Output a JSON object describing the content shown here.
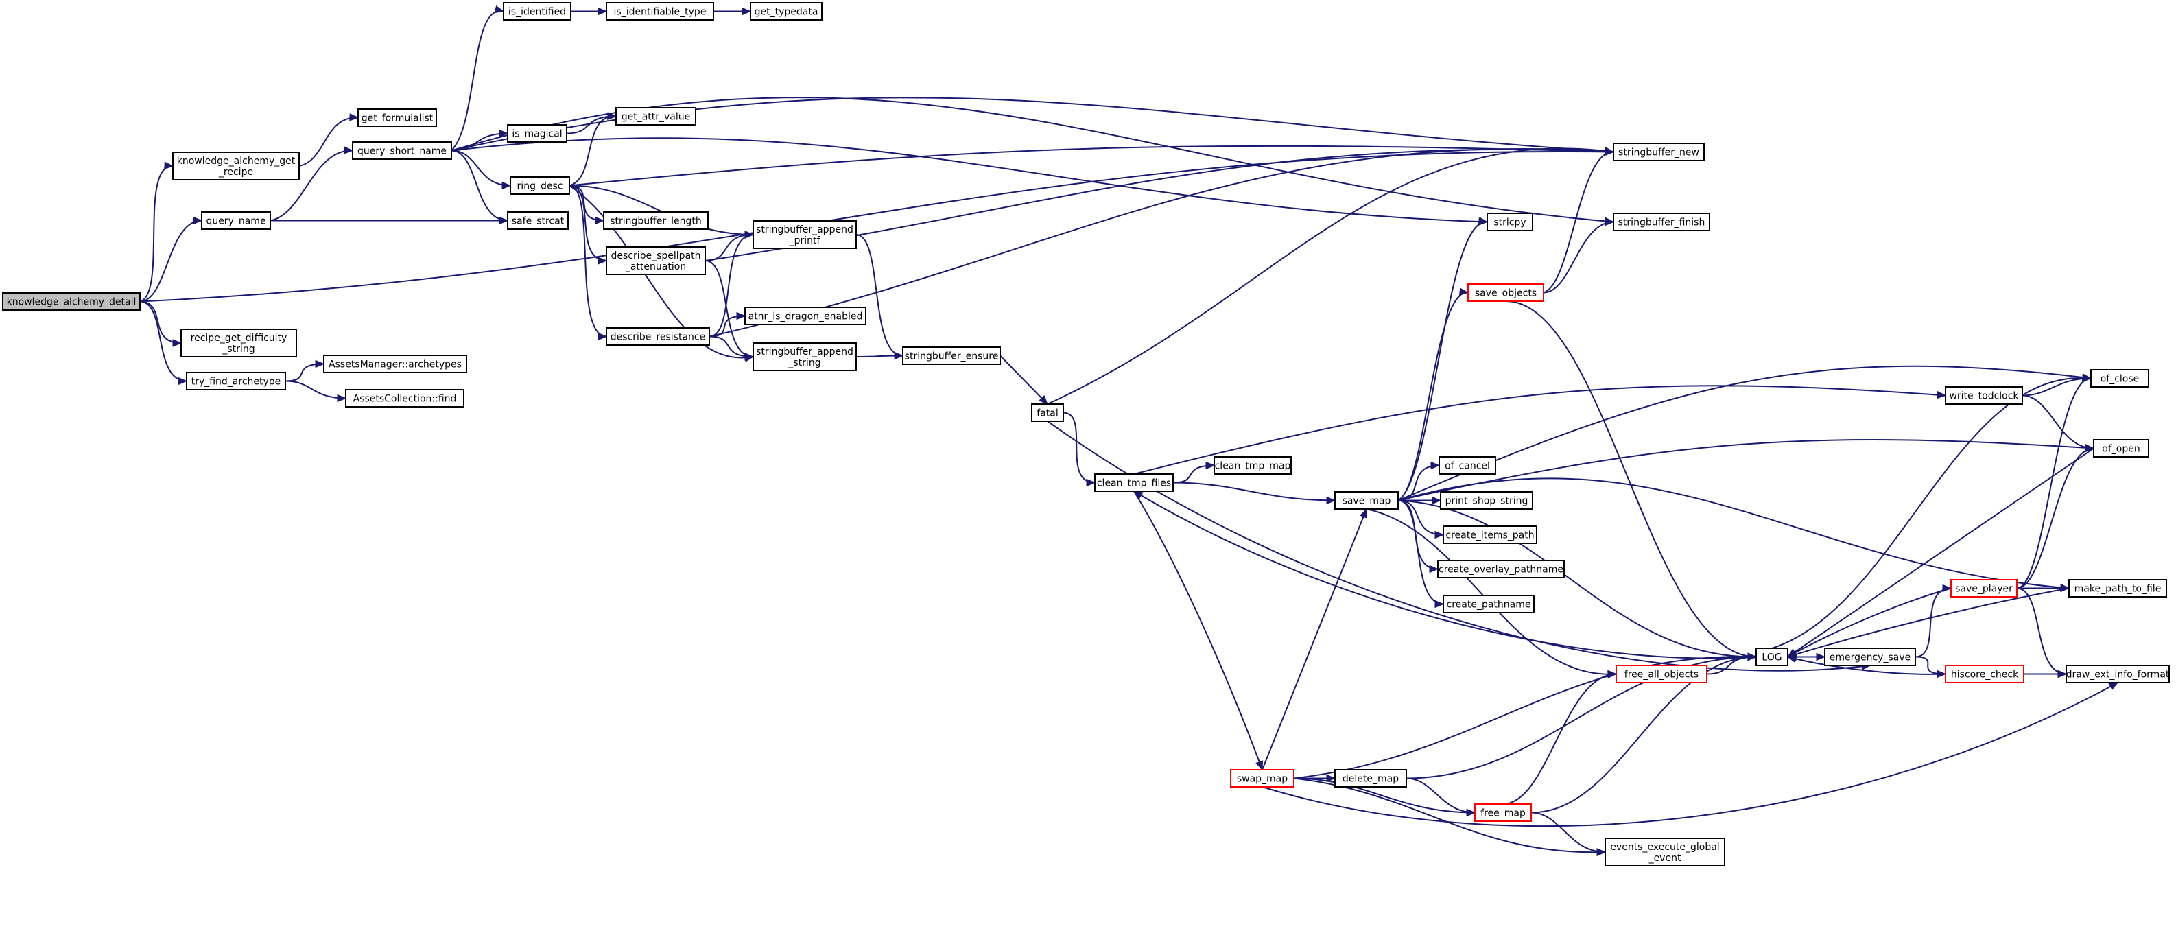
{
  "colors": {
    "edge": "#191970",
    "node_border": "#000000",
    "truncated_border": "#ff0000",
    "root_fill": "#bfbfbf",
    "node_fill": "#ffffff"
  },
  "nodes": {
    "knowledge_alchemy_detail": [
      "knowledge_alchemy_detail"
    ],
    "knowledge_alchemy_get_recipe": [
      "knowledge_alchemy_get",
      "_recipe"
    ],
    "query_name": [
      "query_name"
    ],
    "recipe_get_difficulty_string": [
      "recipe_get_difficulty",
      "_string"
    ],
    "try_find_archetype": [
      "try_find_archetype"
    ],
    "get_formulalist": [
      "get_formulalist"
    ],
    "query_short_name": [
      "query_short_name"
    ],
    "is_identified": [
      "is_identified"
    ],
    "is_identifiable_type": [
      "is_identifiable_type"
    ],
    "get_typedata": [
      "get_typedata"
    ],
    "is_magical": [
      "is_magical"
    ],
    "get_attr_value": [
      "get_attr_value"
    ],
    "ring_desc": [
      "ring_desc"
    ],
    "safe_strcat": [
      "safe_strcat"
    ],
    "stringbuffer_length": [
      "stringbuffer_length"
    ],
    "describe_spellpath_attenuation": [
      "describe_spellpath",
      "_attenuation"
    ],
    "stringbuffer_append_printf": [
      "stringbuffer_append",
      "_printf"
    ],
    "atnr_is_dragon_enabled": [
      "atnr_is_dragon_enabled"
    ],
    "describe_resistance": [
      "describe_resistance"
    ],
    "stringbuffer_append_string": [
      "stringbuffer_append",
      "_string"
    ],
    "stringbuffer_ensure": [
      "stringbuffer_ensure"
    ],
    "assets_manager_archetypes": [
      "AssetsManager::archetypes"
    ],
    "assets_collection_find": [
      "AssetsCollection::find"
    ],
    "fatal": [
      "fatal"
    ],
    "strlcpy": [
      "strlcpy"
    ],
    "stringbuffer_new": [
      "stringbuffer_new"
    ],
    "stringbuffer_finish": [
      "stringbuffer_finish"
    ],
    "save_objects": [
      "save_objects"
    ],
    "clean_tmp_files": [
      "clean_tmp_files"
    ],
    "clean_tmp_map": [
      "clean_tmp_map"
    ],
    "save_map": [
      "save_map"
    ],
    "of_cancel": [
      "of_cancel"
    ],
    "print_shop_string": [
      "print_shop_string"
    ],
    "create_items_path": [
      "create_items_path"
    ],
    "create_overlay_pathname": [
      "create_overlay_pathname"
    ],
    "create_pathname": [
      "create_pathname"
    ],
    "write_todclock": [
      "write_todclock"
    ],
    "of_close": [
      "of_close"
    ],
    "of_open": [
      "of_open"
    ],
    "save_player": [
      "save_player"
    ],
    "make_path_to_file": [
      "make_path_to_file"
    ],
    "log": [
      "LOG"
    ],
    "emergency_save": [
      "emergency_save"
    ],
    "free_all_objects": [
      "free_all_objects"
    ],
    "hiscore_check": [
      "hiscore_check"
    ],
    "draw_ext_info_format": [
      "draw_ext_info_format"
    ],
    "swap_map": [
      "swap_map"
    ],
    "delete_map": [
      "delete_map"
    ],
    "free_map": [
      "free_map"
    ],
    "events_execute_global_event": [
      "events_execute_global",
      "_event"
    ]
  }
}
